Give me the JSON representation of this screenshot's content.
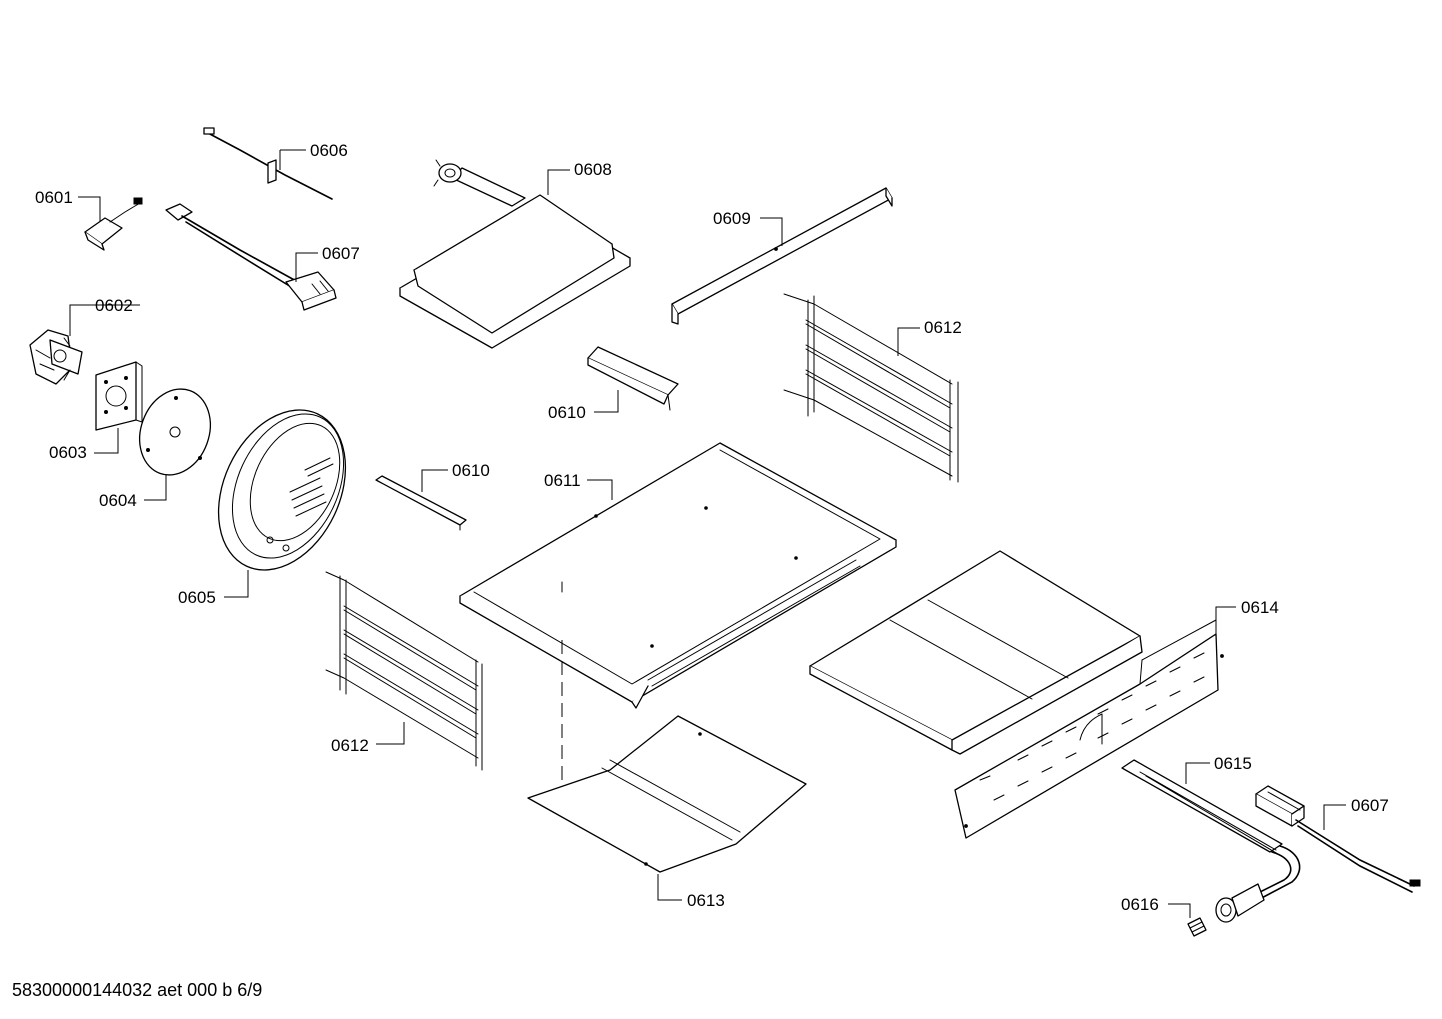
{
  "document_code": "58300000144032 aet 000 b 6/9",
  "callouts": [
    {
      "label": "0601",
      "part": "thermostat-sensor-with-connector"
    },
    {
      "label": "0602",
      "part": "fan-motor"
    },
    {
      "label": "0603",
      "part": "motor-mounting-plate"
    },
    {
      "label": "0604",
      "part": "fan-cover-plate"
    },
    {
      "label": "0605",
      "part": "fan-housing"
    },
    {
      "label": "0606",
      "part": "temperature-sensor"
    },
    {
      "label": "0607",
      "part": "wiring-harness"
    },
    {
      "label": "0608",
      "part": "broiler-burner-box"
    },
    {
      "label": "0609",
      "part": "rail-strip"
    },
    {
      "label": "0610",
      "part": "bracket"
    },
    {
      "label": "0610",
      "part": "bracket"
    },
    {
      "label": "0611",
      "part": "oven-bottom-panel"
    },
    {
      "label": "0612",
      "part": "rack-guide-right"
    },
    {
      "label": "0612",
      "part": "rack-guide-left"
    },
    {
      "label": "0613",
      "part": "deflector-plate"
    },
    {
      "label": "0614",
      "part": "rear-panel"
    },
    {
      "label": "0615",
      "part": "bake-burner-tube"
    },
    {
      "label": "0616",
      "part": "orifice"
    },
    {
      "label": "0607",
      "part": "wiring-harness"
    }
  ]
}
